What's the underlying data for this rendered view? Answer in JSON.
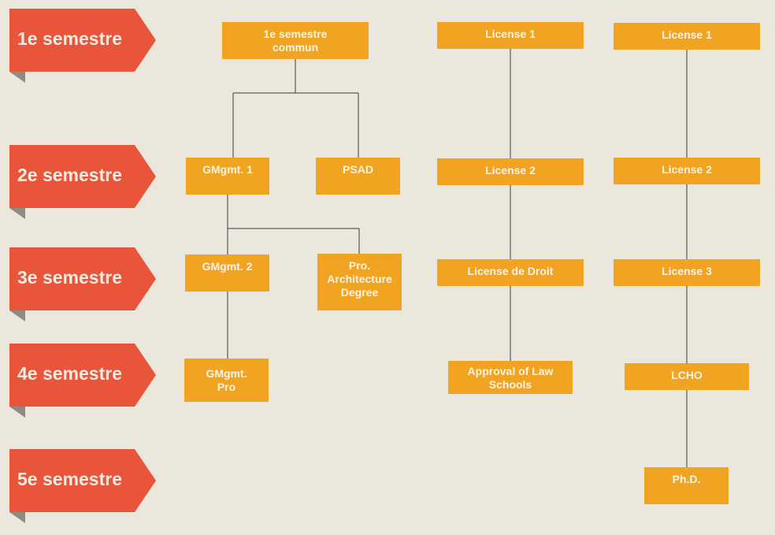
{
  "colors": {
    "background": "#ebe7dd",
    "semester_arrow": "#e8553a",
    "arrow_fold": "#8e8b84",
    "node_fill": "#f0a422",
    "node_text": "#fbf3e4",
    "connector": "#3a3a3a"
  },
  "semesters": [
    {
      "label": "1e semestre"
    },
    {
      "label": "2e semestre"
    },
    {
      "label": "3e semestre"
    },
    {
      "label": "4e semestre"
    },
    {
      "label": "5e semestre"
    }
  ],
  "nodes": {
    "semestre_commun": "1e semestre\ncommun",
    "gmgmt1": "GMgmt. 1",
    "psad": "PSAD",
    "gmgmt2": "GMgmt. 2",
    "pro_arch": "Pro.\nArchitecture\nDegree",
    "gmgmt_pro": "GMgmt.\nPro",
    "law_l1": "License 1",
    "law_l2": "License 2",
    "law_droit": "License de Droit",
    "law_approval": "Approval of Law\nSchools",
    "phd_l1": "License 1",
    "phd_l2": "License 2",
    "phd_l3": "License 3",
    "lcho": "LCHO",
    "phd": "Ph.D."
  }
}
